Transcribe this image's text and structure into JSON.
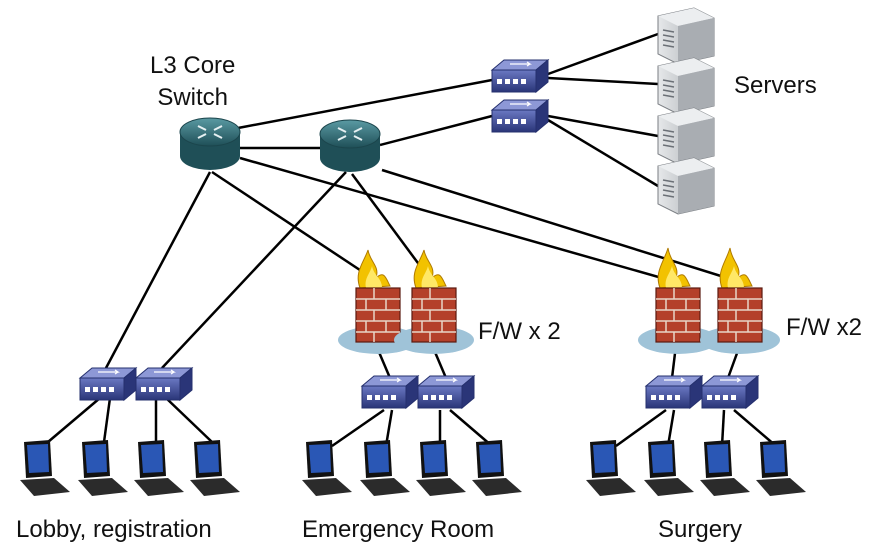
{
  "labels": {
    "core_switch": "L3 Core\nSwitch",
    "servers": "Servers",
    "fw_er": "F/W x 2",
    "fw_surgery": "F/W x2",
    "lobby": "Lobby, registration",
    "emergency": "Emergency Room",
    "surgery": "Surgery"
  },
  "colors": {
    "router": "#2f6b74",
    "switch": "#3a4a9a",
    "firewall_brick": "#b4402a",
    "flame": "#f2c200",
    "disc": "#9fc3d8",
    "server": "#c9ccd0",
    "laptop_screen": "#2a57b5"
  },
  "icons": [
    "router-icon",
    "switch-icon",
    "firewall-icon",
    "server-icon",
    "laptop-icon"
  ]
}
